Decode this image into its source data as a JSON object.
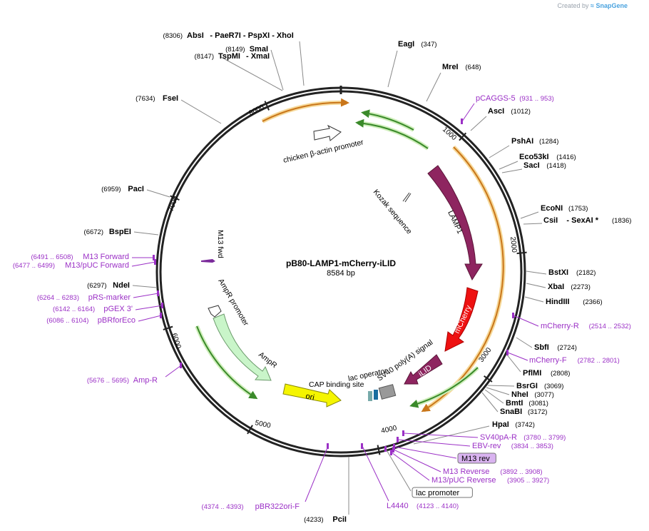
{
  "credit": {
    "prefix": "Created by",
    "brand": "SnapGene"
  },
  "plasmid": {
    "name": "pB80-LAMP1-mCherry-iLID",
    "length_label": "8584 bp",
    "length": 8584
  },
  "colors": {
    "primer": "#9b30c6",
    "backbone": "#222222",
    "promoter_fill": "#ffffff",
    "lamp1": "#8e2560",
    "mcherry": "#ee1111",
    "ilid": "#8e2560",
    "ampr": "#c9f5c9",
    "ori": "#f5f500",
    "orange_arc": "#e8a43a",
    "green_arc": "#3a8a2a"
  },
  "ticks": [
    {
      "label": "1000"
    },
    {
      "label": "2000"
    },
    {
      "label": "3000"
    },
    {
      "label": "4000"
    },
    {
      "label": "5000"
    },
    {
      "label": "6000"
    },
    {
      "label": "7000"
    },
    {
      "label": "8000"
    }
  ],
  "enzymes": [
    {
      "name": "EagI",
      "pos": "(347)"
    },
    {
      "name": "MreI",
      "pos": "(648)"
    },
    {
      "name": "AscI",
      "pos": "(1012)"
    },
    {
      "name": "PshAI",
      "pos": "(1284)"
    },
    {
      "name": "Eco53kI",
      "pos": "(1416)"
    },
    {
      "name": "SacI",
      "pos": "(1418)"
    },
    {
      "name": "EcoNI",
      "pos": "(1753)"
    },
    {
      "name": "CsiI",
      "pos": "(1836)",
      "extra": "- SexAI *"
    },
    {
      "name": "BstXI",
      "pos": "(2182)"
    },
    {
      "name": "XbaI",
      "pos": "(2273)"
    },
    {
      "name": "HindIII",
      "pos": "(2366)"
    },
    {
      "name": "SbfI",
      "pos": "(2724)"
    },
    {
      "name": "PflMI",
      "pos": "(2808)"
    },
    {
      "name": "BsrGI",
      "pos": "(3069)"
    },
    {
      "name": "NheI",
      "pos": "(3077)"
    },
    {
      "name": "BmtI",
      "pos": "(3081)"
    },
    {
      "name": "SnaBI",
      "pos": "(3172)"
    },
    {
      "name": "HpaI",
      "pos": "(3742)"
    },
    {
      "name": "PciI",
      "pos": "(4233)"
    },
    {
      "name": "NdeI",
      "pos": "(6297)"
    },
    {
      "name": "BspEI",
      "pos": "(6672)"
    },
    {
      "name": "PacI",
      "pos": "(6959)"
    },
    {
      "name": "FseI",
      "pos": "(7634)"
    },
    {
      "name": "TspMI",
      "pos": "(8147)",
      "extra": "- XmaI"
    },
    {
      "name": "SmaI",
      "pos": "(8149)"
    },
    {
      "name": "AbsI",
      "pos": "(8306)",
      "extra": "- PaeR7I   - PspXI   - XhoI"
    }
  ],
  "primers": [
    {
      "name": "pCAGGS-5",
      "pos": "(931 .. 953)"
    },
    {
      "name": "mCherry-R",
      "pos": "(2514 .. 2532)"
    },
    {
      "name": "mCherry-F",
      "pos": "(2782 .. 2801)"
    },
    {
      "name": "SV40pA-R",
      "pos": "(3780 .. 3799)"
    },
    {
      "name": "EBV-rev",
      "pos": "(3834 .. 3853)"
    },
    {
      "name": "M13 rev",
      "pos": ""
    },
    {
      "name": "M13 Reverse",
      "pos": "(3892 .. 3908)"
    },
    {
      "name": "M13/pUC Reverse",
      "pos": "(3905 .. 3927)"
    },
    {
      "name": "L4440",
      "pos": "(4123 .. 4140)"
    },
    {
      "name": "pBR322ori-F",
      "pos": "(4374 .. 4393)"
    },
    {
      "name": "Amp-R",
      "pos": "(5676 .. 5695)"
    },
    {
      "name": "pBRforEco",
      "pos": "(6086 .. 6104)"
    },
    {
      "name": "pGEX 3'",
      "pos": "(6142 .. 6164)"
    },
    {
      "name": "pRS-marker",
      "pos": "(6264 .. 6283)"
    },
    {
      "name": "M13/pUC Forward",
      "pos": "(6477 .. 6499)"
    },
    {
      "name": "M13 Forward",
      "pos": "(6491 .. 6508)"
    },
    {
      "name": "lac promoter",
      "pos": ""
    }
  ],
  "features": {
    "chicken_actin_promoter": "chicken β-actin promoter",
    "kozak": "Kozak sequence",
    "lamp1": "LAMP1",
    "mcherry": "mCherry",
    "ilid": "iLID",
    "sv40": "SV40 poly(A) signal",
    "lac_operator": "lac operator",
    "cap_site": "CAP binding site",
    "ori": "ori",
    "ampr": "AmpR",
    "ampr_promoter": "AmpR promoter",
    "m13_fwd": "M13 fwd"
  }
}
